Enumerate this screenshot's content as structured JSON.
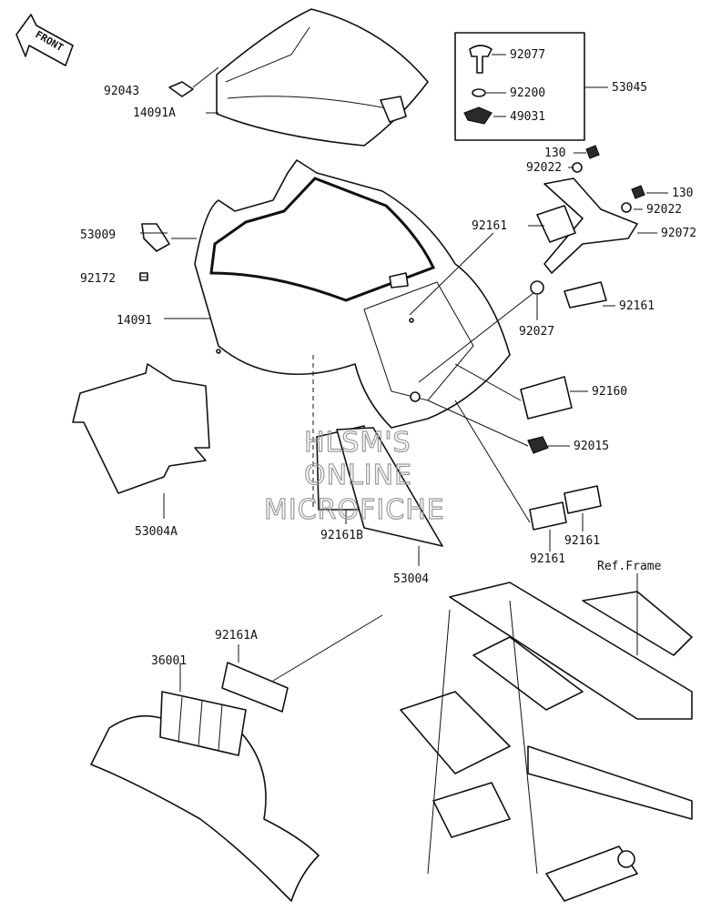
{
  "front_badge": "FRONT",
  "ref_frame": "Ref.Frame",
  "watermark": [
    "HLSM'S",
    "ONLINE",
    "MICROFICHE"
  ],
  "kit_box_parts": [
    "92077",
    "92200",
    "49031"
  ],
  "labels": [
    "92043",
    "14091A",
    "92077",
    "92200",
    "49031",
    "53045",
    "130",
    "92022",
    "130",
    "92022",
    "92161",
    "92072",
    "53009",
    "92172",
    "92161",
    "14091",
    "92027",
    "92160",
    "92015",
    "53004A",
    "92161B",
    "53004",
    "92161",
    "92161",
    "92161A",
    "36001"
  ]
}
